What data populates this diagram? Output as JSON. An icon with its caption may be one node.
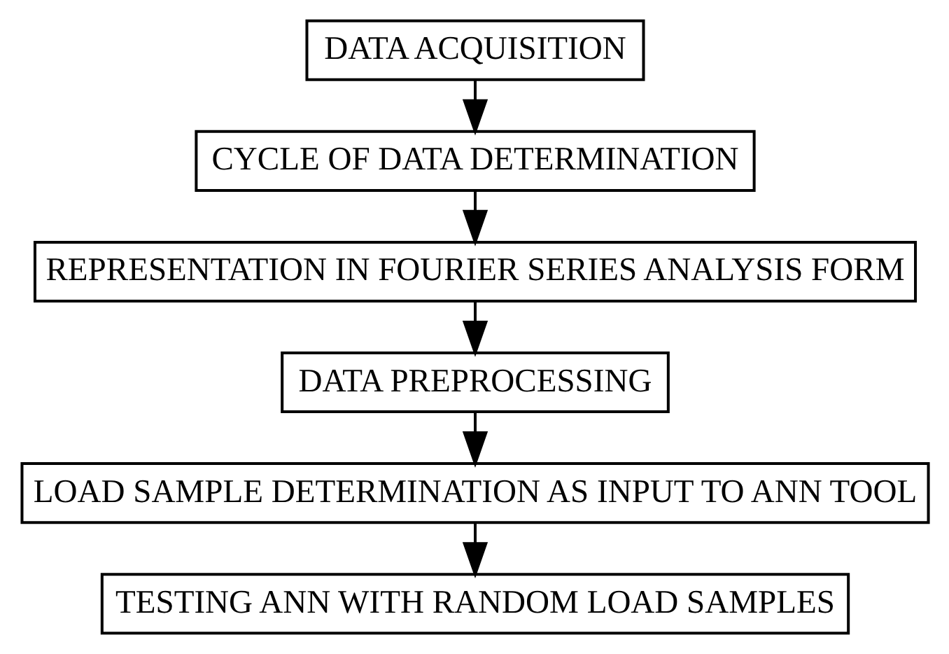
{
  "diagram": {
    "nodes": [
      {
        "text": [
          "DATA ACQUISITION"
        ]
      },
      {
        "text": [
          "CYCLE OF DATA DETERMINATION"
        ]
      },
      {
        "text": [
          "REPRESENTATION IN FOURIER SERIES ANALYSIS FORM"
        ]
      },
      {
        "text": [
          "DATA PREPROCESSING"
        ]
      },
      {
        "text": [
          "LOAD SAMPLE DETERMINATION AS INPUT TO ANN TOOL"
        ]
      },
      {
        "text": [
          "TESTING ANN WITH RANDOM LOAD SAMPLES"
        ]
      }
    ],
    "edges": [
      {
        "from": 0,
        "to": 1,
        "arrow": "to"
      },
      {
        "from": 1,
        "to": 2,
        "arrow": "to"
      },
      {
        "from": 2,
        "to": 3,
        "arrow": "to"
      },
      {
        "from": 3,
        "to": 4,
        "arrow": "to"
      },
      {
        "from": 4,
        "to": 5,
        "arrow": "to"
      }
    ]
  }
}
